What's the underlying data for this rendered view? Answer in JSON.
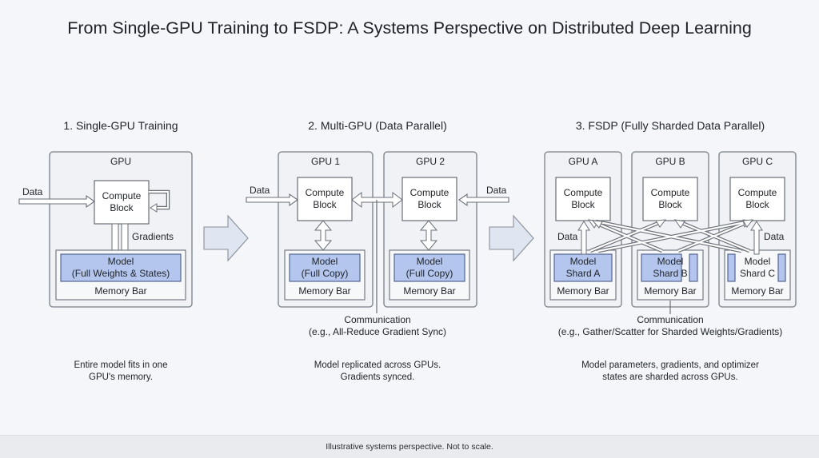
{
  "title": "From Single-GPU Training to FSDP: A Systems Perspective on Distributed Deep Learning",
  "footer": "Illustrative systems perspective. Not to scale.",
  "colors": {
    "background": "#f4f6f9",
    "box_fill": "#f0f2f5",
    "box_stroke": "#7a8088",
    "model_fill": "#b4c6ee",
    "model_stroke": "#4a5a8a",
    "arrow_fill": "#dfe6f2"
  },
  "sections": {
    "single": {
      "heading": "1. Single-GPU Training",
      "gpu_label": "GPU",
      "data_label": "Data",
      "compute_line1": "Compute",
      "compute_line2": "Block",
      "gradients_label": "Gradients",
      "model_line1": "Model",
      "model_line2": "(Full Weights & States)",
      "memory_label": "Memory Bar",
      "caption_line1": "Entire model fits in one",
      "caption_line2": "GPU's memory."
    },
    "multi": {
      "heading": "2. Multi-GPU (Data Parallel)",
      "gpus": [
        {
          "label": "GPU 1",
          "data_label": "Data",
          "compute_line1": "Compute",
          "compute_line2": "Block",
          "model_line1": "Model",
          "model_line2": "(Full Copy)",
          "memory_label": "Memory Bar"
        },
        {
          "label": "GPU 2",
          "data_label": "Data",
          "compute_line1": "Compute",
          "compute_line2": "Block",
          "model_line1": "Model",
          "model_line2": "(Full Copy)",
          "memory_label": "Memory Bar"
        }
      ],
      "comm_line1": "Communication",
      "comm_line2": "(e.g., All-Reduce Gradient Sync)",
      "caption_line1": "Model replicated across GPUs.",
      "caption_line2": "Gradients synced."
    },
    "fsdp": {
      "heading": "3. FSDP (Fully Sharded Data Parallel)",
      "gpus": [
        {
          "label": "GPU A",
          "compute_line1": "Compute",
          "compute_line2": "Block",
          "shard_line1": "Model",
          "shard_line2": "Shard A",
          "memory_label": "Memory Bar"
        },
        {
          "label": "GPU B",
          "compute_line1": "Compute",
          "compute_line2": "Block",
          "shard_line1": "Model",
          "shard_line2": "Shard B",
          "memory_label": "Memory Bar"
        },
        {
          "label": "GPU C",
          "compute_line1": "Compute",
          "compute_line2": "Block",
          "shard_line1": "Model",
          "shard_line2": "Shard C",
          "memory_label": "Memory Bar"
        }
      ],
      "data_left": "Data",
      "data_right": "Data",
      "comm_line1": "Communication",
      "comm_line2": "(e.g., Gather/Scatter for Sharded Weights/Gradients)",
      "caption_line1": "Model parameters, gradients, and optimizer",
      "caption_line2": "states are sharded across GPUs."
    }
  }
}
